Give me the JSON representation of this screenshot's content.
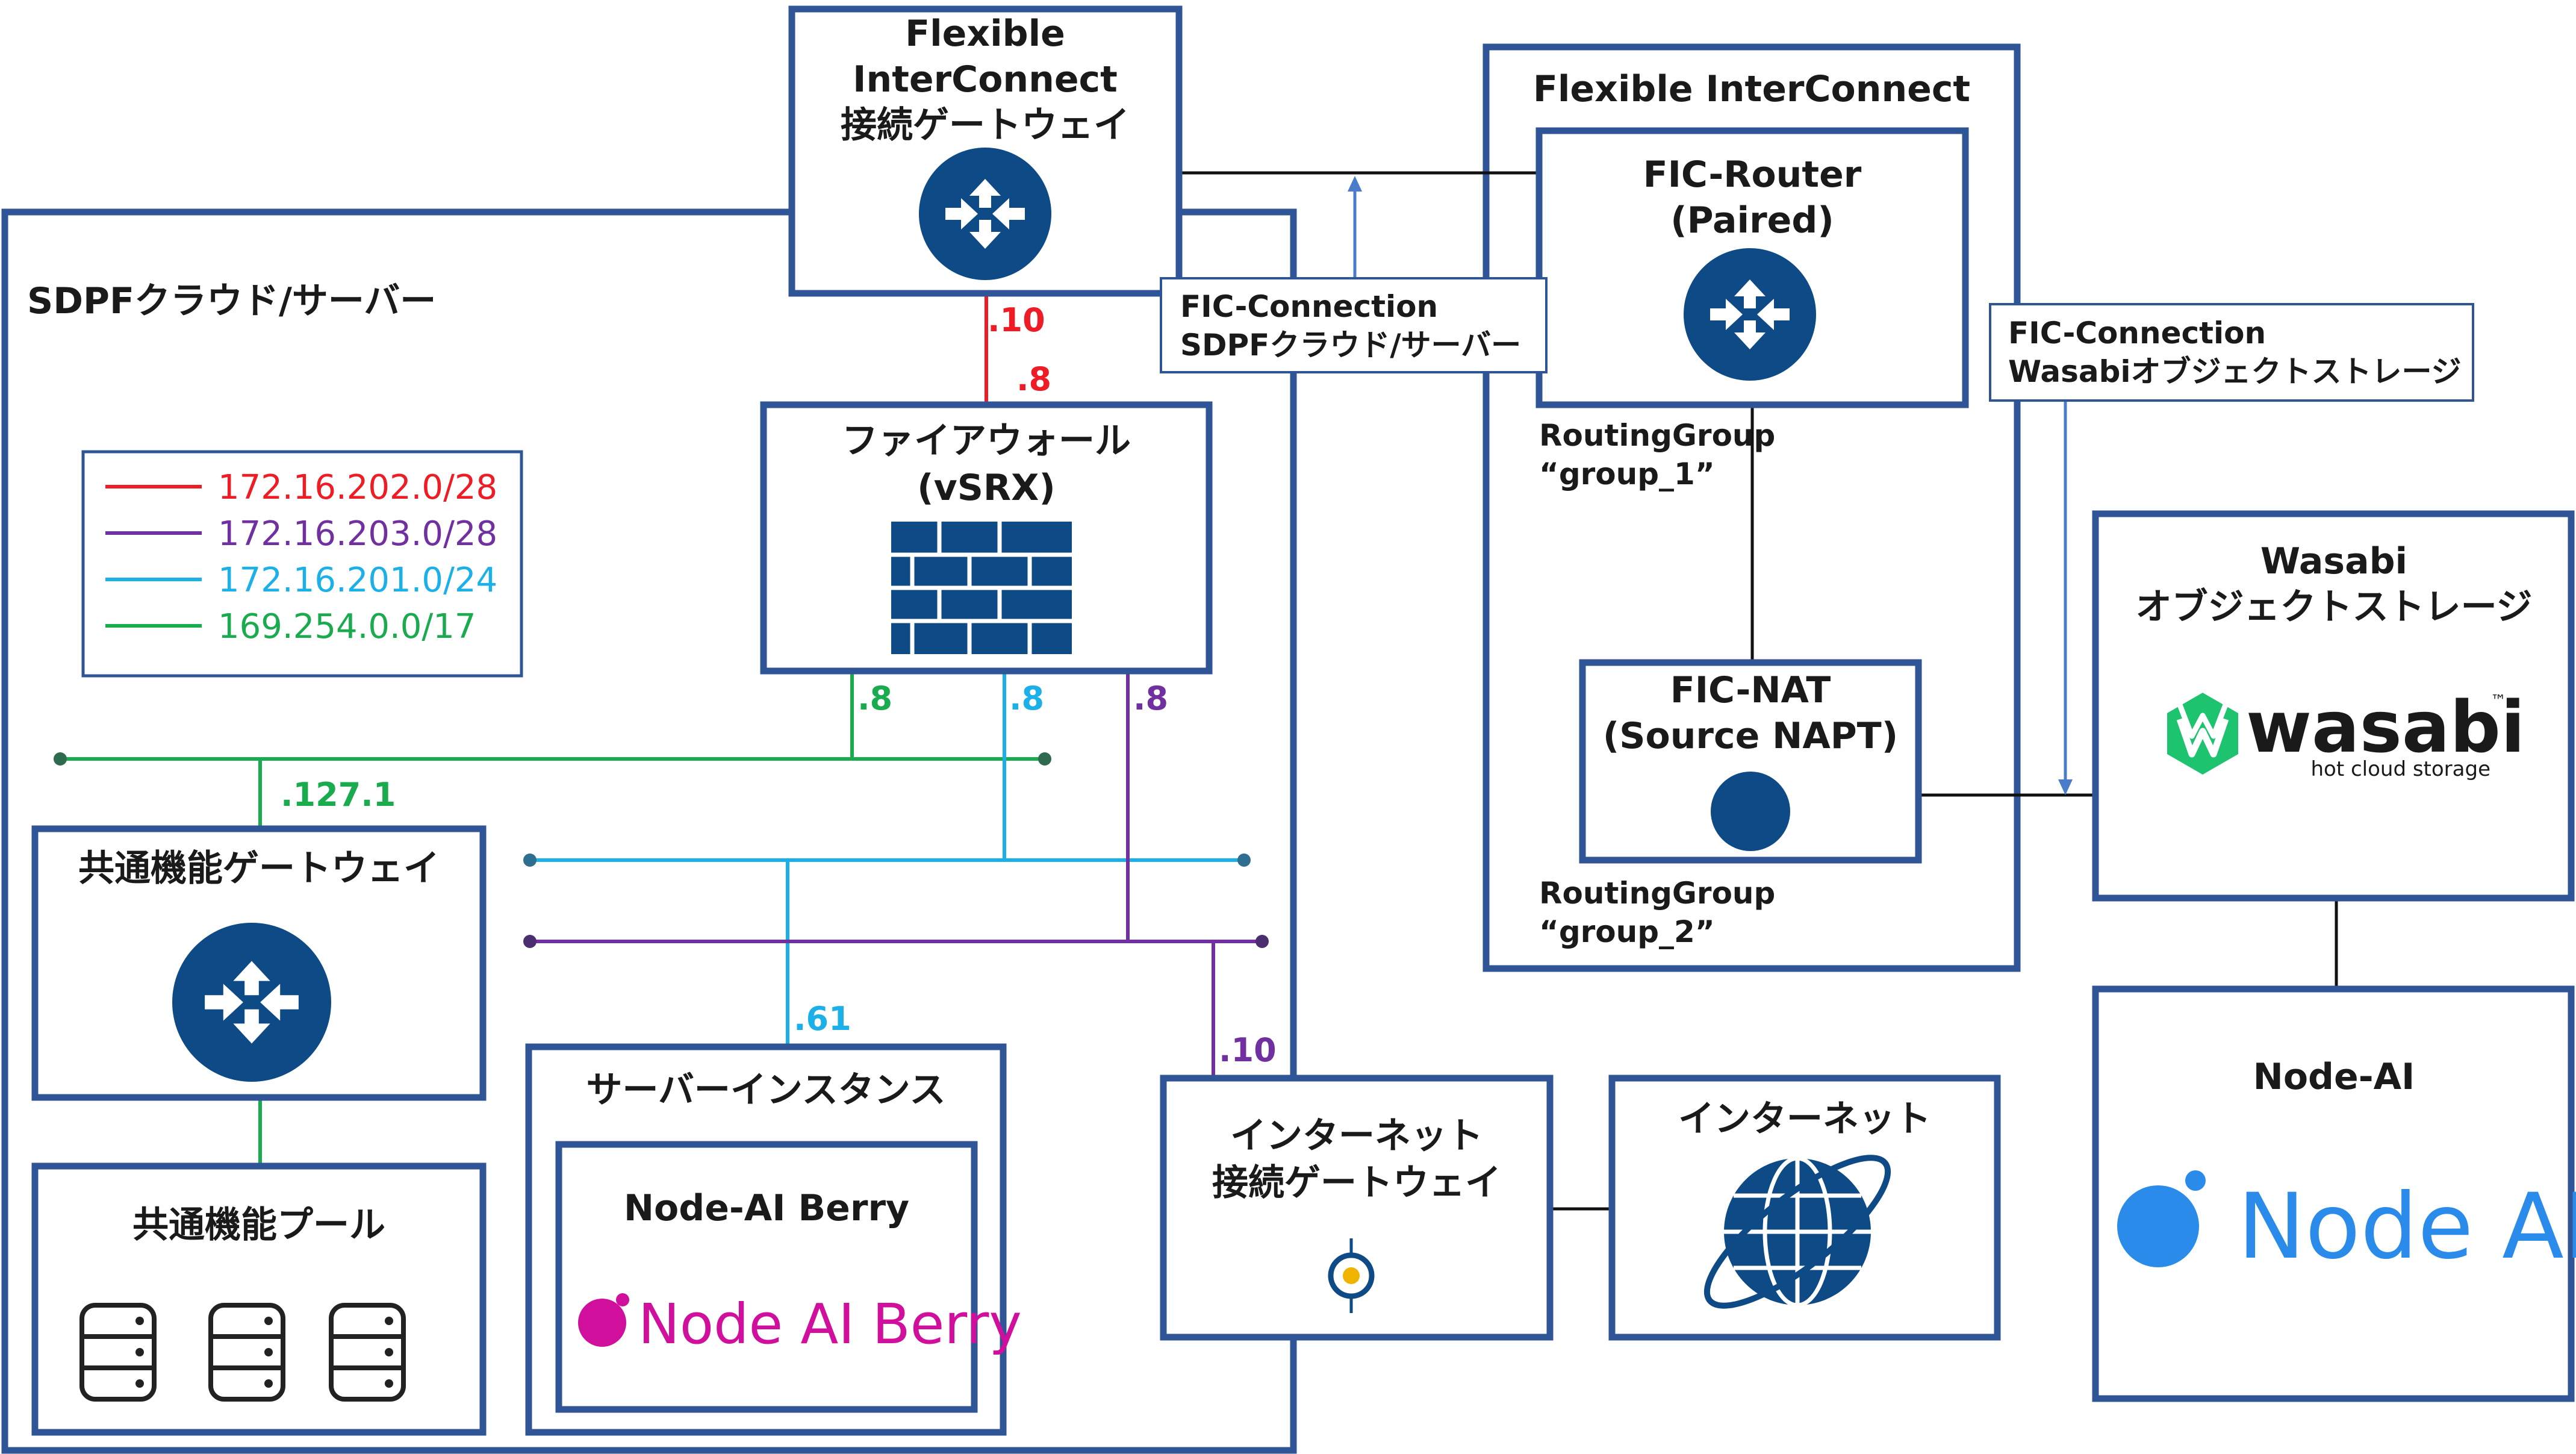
{
  "colors": {
    "frame": "#2f5597",
    "icon": "#0e4a86",
    "red": "#ee1c24",
    "purple": "#7030a0",
    "cyan": "#1cb0e8",
    "green": "#1aab4f",
    "arrow": "#4a7cc9",
    "wasabi": "#1ec36f",
    "nodeai": "#2a8bea",
    "berry": "#d0109c"
  },
  "legend": [
    {
      "label": "172.16.202.0/28",
      "color": "#ee1c24"
    },
    {
      "label": "172.16.203.0/28",
      "color": "#7030a0"
    },
    {
      "label": "172.16.201.0/24",
      "color": "#1cb0e8"
    },
    {
      "label": "169.254.0.0/17",
      "color": "#1aab4f"
    }
  ],
  "sdpf": {
    "title": "SDPFクラウド/サーバー"
  },
  "fic_gw": {
    "line1": "Flexible",
    "line2": "InterConnect",
    "line3": "接続ゲートウェイ",
    "icon": "router-icon"
  },
  "firewall": {
    "line1": "ファイアウォール",
    "line2": "(vSRX)",
    "icon": "firewall-icon"
  },
  "common_gw": {
    "title": "共通機能ゲートウェイ",
    "icon": "router-icon"
  },
  "common_pool": {
    "title": "共通機能プール",
    "icon": "database-icon"
  },
  "server_instance": {
    "title": "サーバーインスタンス",
    "inner_title": "Node-AI Berry",
    "logo_text": "Node AI Berry"
  },
  "inet_gw": {
    "line1": "インターネット",
    "line2": "接続ゲートウェイ",
    "icon": "gateway-icon"
  },
  "internet": {
    "title": "インターネット",
    "icon": "globe-icon"
  },
  "fic": {
    "title": "Flexible InterConnect"
  },
  "fic_router": {
    "line1": "FIC-Router",
    "line2": "(Paired)",
    "icon": "router-icon"
  },
  "fic_nat": {
    "line1": "FIC-NAT",
    "line2": "(Source NAPT)",
    "icon": "nat-icon"
  },
  "routing_group_1": {
    "line1": "RoutingGroup",
    "line2": "“group_1”"
  },
  "routing_group_2": {
    "line1": "RoutingGroup",
    "line2": "“group_2”"
  },
  "conn_sdpf": {
    "line1": "FIC-Connection",
    "line2": "SDPFクラウド/サーバー"
  },
  "conn_wasabi": {
    "line1": "FIC-Connection",
    "line2": "Wasabiオブジェクトストレージ"
  },
  "wasabi": {
    "line1": "Wasabi",
    "line2": "オブジェクトストレージ",
    "logo_text": "wasabi",
    "logo_tm": "™",
    "logo_sub": "hot cloud storage"
  },
  "node_ai": {
    "title": "Node-AI",
    "logo_text": "Node AI"
  },
  "addresses": {
    "fic_gw_red": ".10",
    "fw_red": ".8",
    "fw_green": ".8",
    "fw_cyan": ".8",
    "fw_purple": ".8",
    "common_gw_green": ".127.1",
    "server_cyan": ".61",
    "inet_purple": ".10"
  }
}
